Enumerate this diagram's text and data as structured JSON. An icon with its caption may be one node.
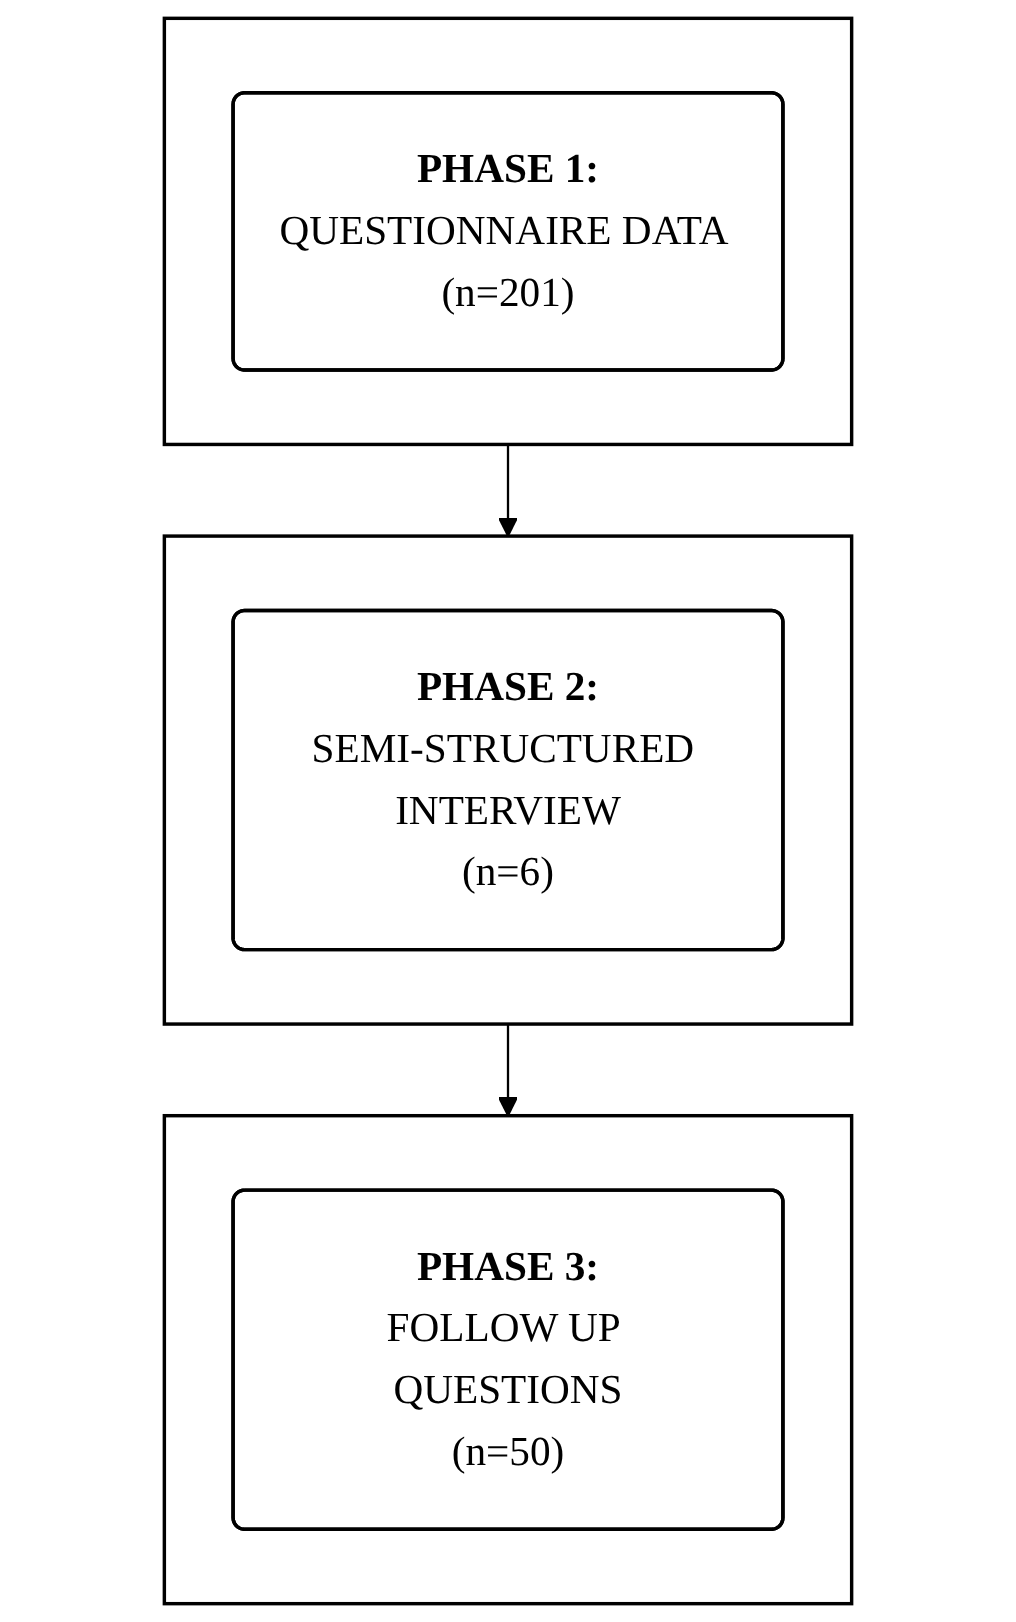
{
  "diagram": {
    "nodes": [
      {
        "text": [],
        "shape": "box"
      },
      {
        "text": [
          "PHASE 1:",
          "QUESTIONNAIRE DATA (n=201)"
        ],
        "in": 0
      },
      {
        "text": [],
        "shape": "box"
      },
      {
        "text": [
          "PHASE 2:",
          "SEMI-STRUCTURED INTERVIEW",
          "(n=6)"
        ],
        "in": 2
      },
      {
        "text": [],
        "shape": "box"
      },
      {
        "text": [
          "PHASE 3:",
          "FOLLOW UP QUESTIONS",
          "(n=50)"
        ],
        "in": 4
      }
    ],
    "edges": [
      {
        "from": 0,
        "to": 2,
        "arrow": "to"
      },
      {
        "from": 2,
        "to": 4,
        "arrow": "to"
      }
    ]
  }
}
